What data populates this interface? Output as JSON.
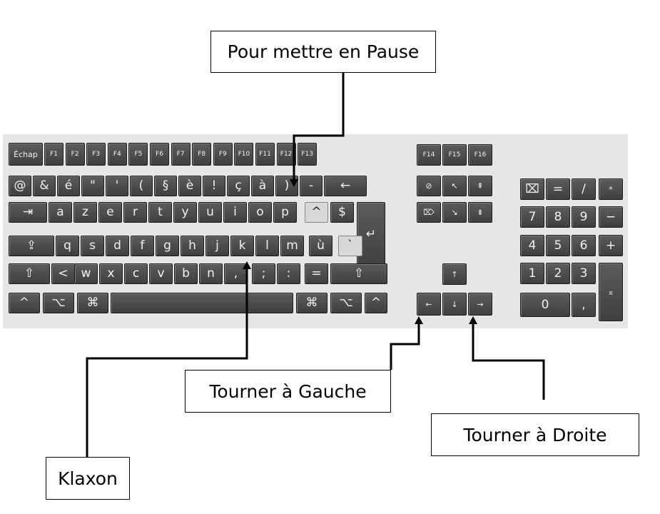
{
  "keyboard": {
    "function_row": [
      "Échap",
      "F1",
      "F2",
      "F3",
      "F4",
      "F5",
      "F6",
      "F7",
      "F8",
      "F9",
      "F10",
      "F11",
      "F12",
      "F13"
    ],
    "row1": [
      "@",
      "&",
      "é",
      "\"",
      "'",
      "(",
      "§",
      "è",
      "!",
      "ç",
      "à",
      ")",
      "-",
      "←"
    ],
    "row2": [
      "⇥",
      "a",
      "z",
      "e",
      "r",
      "t",
      "y",
      "u",
      "i",
      "o",
      "p",
      "^",
      "$",
      "↵"
    ],
    "row3": [
      "⇪",
      "q",
      "s",
      "d",
      "f",
      "g",
      "h",
      "j",
      "k",
      "l",
      "m",
      "ù",
      "`"
    ],
    "row4": [
      "⇧",
      "<",
      "w",
      "x",
      "c",
      "v",
      "b",
      "n",
      ",",
      ";",
      ":",
      "=",
      "⇧"
    ],
    "row5": [
      "^",
      "⌥",
      "⌘",
      "",
      "⌘",
      "⌥",
      "^"
    ],
    "nav_fkeys": [
      "F14",
      "F15",
      "F16"
    ],
    "nav_row1": [
      "⊘",
      "↖",
      "⇞"
    ],
    "nav_row2": [
      "⌦",
      "↘",
      "⇟"
    ],
    "arrows": {
      "up": "↑",
      "left": "←",
      "down": "↓",
      "right": "→"
    },
    "numpad_row1": [
      "⌧",
      "=",
      "/",
      "*"
    ],
    "numpad_row2": [
      "7",
      "8",
      "9",
      "−"
    ],
    "numpad_row3": [
      "4",
      "5",
      "6",
      "+"
    ],
    "numpad_row4": [
      "1",
      "2",
      "3",
      "⌅"
    ],
    "numpad_row5": [
      "0",
      ","
    ]
  },
  "callouts": {
    "pause": "Pour mettre en Pause",
    "left": "Tourner à Gauche",
    "right": "Tourner à Droite",
    "horn": "Klaxon"
  }
}
